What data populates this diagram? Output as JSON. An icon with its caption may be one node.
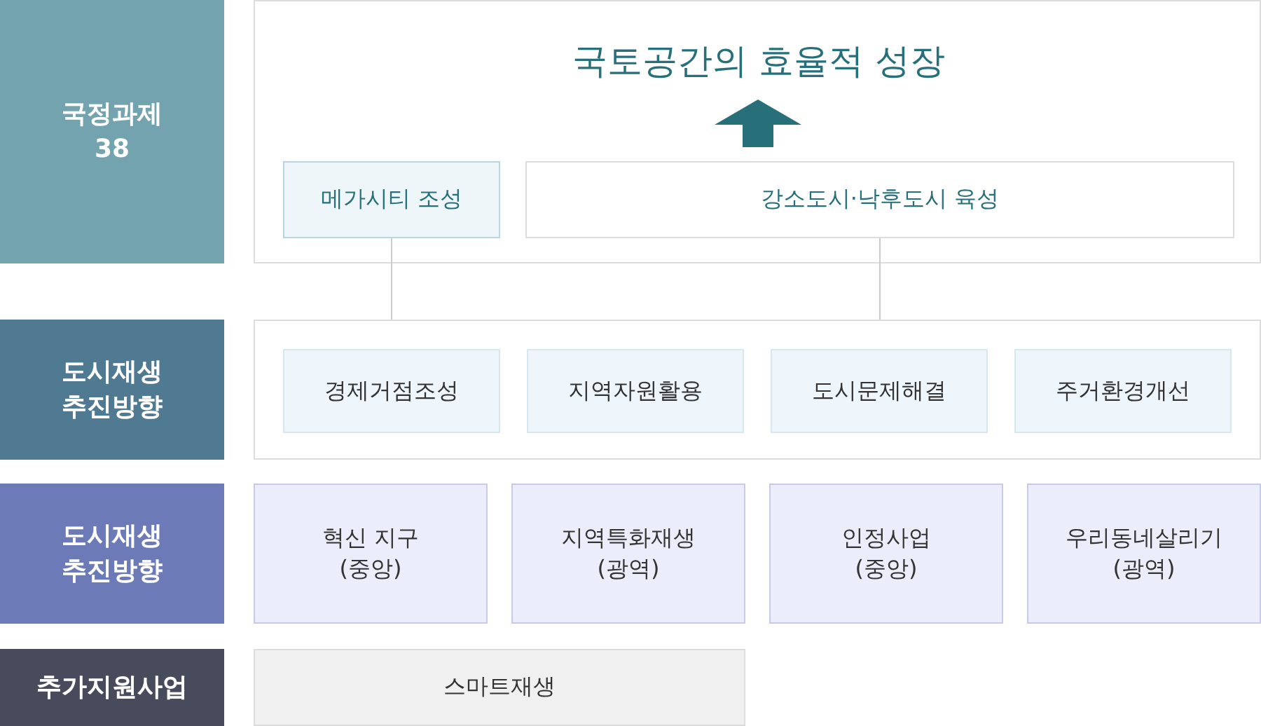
{
  "diagram": {
    "nodes": [
      {
        "text": [
          "국정과제 38"
        ]
      },
      {
        "text": [],
        "shape": "box"
      },
      {
        "text": [
          "국토공간의 효율적 성장"
        ],
        "in": 1
      },
      {
        "text": [
          "메가시티 조성"
        ],
        "in": 1
      },
      {
        "text": [
          "강소도시·낙후도시 육성"
        ],
        "in": 1
      },
      {
        "text": [
          "도시재생 추진방향"
        ]
      },
      {
        "text": [],
        "shape": "box"
      },
      {
        "text": [
          "경제거점조성"
        ],
        "in": 6
      },
      {
        "text": [
          "지역자원활용"
        ],
        "in": 6
      },
      {
        "text": [
          "도시문제해결"
        ],
        "in": 6
      },
      {
        "text": [
          "주거환경개선"
        ],
        "in": 6
      },
      {
        "text": [
          "도시재생 추진방향"
        ]
      },
      {
        "text": [
          "혁신 지구 (중앙)"
        ]
      },
      {
        "text": [
          "지역특화재생 (광역)"
        ]
      },
      {
        "text": [
          "인정사업 (중앙)"
        ]
      },
      {
        "text": [
          "우리동네살리기 (광역)"
        ]
      },
      {
        "text": [
          "추가지원사업"
        ]
      },
      {
        "text": [
          "스마트재생"
        ]
      }
    ],
    "edges": [
      {
        "from": 4,
        "to": 2,
        "arrow": "to",
        "style": "thick",
        "color": "#27707a"
      },
      {
        "from": 3,
        "to": 6,
        "arrow": "none"
      },
      {
        "from": 4,
        "to": 6,
        "arrow": "none"
      }
    ]
  }
}
